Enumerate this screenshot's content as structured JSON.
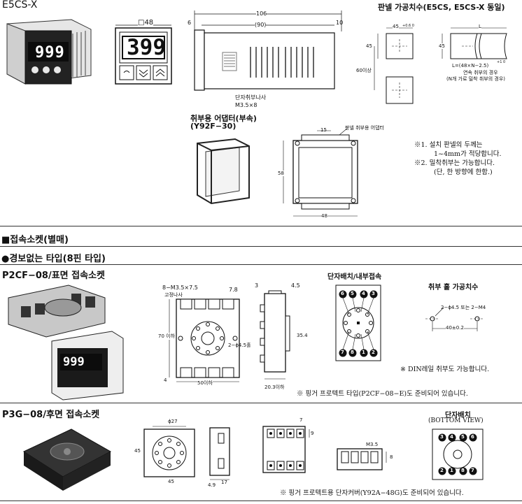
{
  "e5csx": {
    "title": "E5CS-X",
    "display_digits": "999",
    "front_digits": "399",
    "front_dim": "□48",
    "width_dim": "106",
    "depth_dim": "(90)",
    "left_dim": "6",
    "right_dim": "10",
    "terminal_label": "단자취부나사",
    "terminal_size": "M3.5×8"
  },
  "panel_cutout": {
    "title": "판넬 가공치수(E5CS, E5CS-X 동일)",
    "dim_45_top": "45",
    "tol": "+0.6 0",
    "dim_45_left": "45",
    "dim_60": "60이상",
    "dim_L": "L",
    "dim_45_right": "45",
    "formula": "L=(48×N−2.5)",
    "formula_tol": "+1 0",
    "note_a": "연속 취부의 경우",
    "note_b": "(N개 가로 밀착 취부의 경우)"
  },
  "adapter": {
    "title": "취부용 어댑터(부속)",
    "model": "(Y92F−30)",
    "dim_15": "15",
    "label": "판넬 취부용 어댑터",
    "dim_58": "58",
    "dim_48": "48"
  },
  "notes_top": [
    "※1.  설치 판넬의 두께는",
    "1~4mm가 적당합니다.",
    "※2.  밀착취부는 가능합니다.",
    "(단, 한 방향에 한함.)"
  ],
  "sockets": {
    "title": "■접속소켓(별매)",
    "subtitle": "●경보없는 타입(8핀 타입)"
  },
  "p2cf": {
    "title": "P2CF−08/표면 접속소켓",
    "screw": "8−M3.5×7.5",
    "screw2": "고정나사",
    "dim_78": "7.8",
    "dim_70": "70 이하",
    "dim_hole": "2−ϕ4.5홀",
    "dim_4": "4",
    "dim_50": "50이하",
    "dim_3": "3",
    "dim_45": "4.5",
    "dim_354": "35.4",
    "dim_203": "20.3이하",
    "pinout_title": "단자배치/내부접속",
    "pins_top": [
      "6",
      "5",
      "4",
      "3"
    ],
    "pins_bottom": [
      "7",
      "8",
      "1",
      "2"
    ],
    "mount_title": "취부 홀 가공치수",
    "mount_hole": "2−ϕ4.5 또는 2−M4",
    "mount_dim": "40±0.2",
    "din_note": "※  DIN레일 취부도 가능합니다.",
    "finger_note": "※  핑거 프로텍트 타입(P2CF−08−E)도 준비되어 있습니다."
  },
  "p3g": {
    "title": "P3G−08/후면 접속소켓",
    "dim_27": "ϕ27",
    "dim_45v": "45",
    "dim_45h": "45",
    "dim_49": "4.9",
    "dim_17": "17",
    "dim_7": "7",
    "dim_9": "9",
    "dim_m35": "M3.5",
    "dim_8": "8",
    "pinout_title": "단자배치",
    "pinout_sub": "(BOTTOM VIEW)",
    "pins_top": [
      "3",
      "4",
      "5",
      "6"
    ],
    "pins_bottom": [
      "2",
      "1",
      "8",
      "7"
    ],
    "finger_note": "※  핑거 프로텍트용 단자커버(Y92A−48G)도 준비되어 있습니다."
  }
}
